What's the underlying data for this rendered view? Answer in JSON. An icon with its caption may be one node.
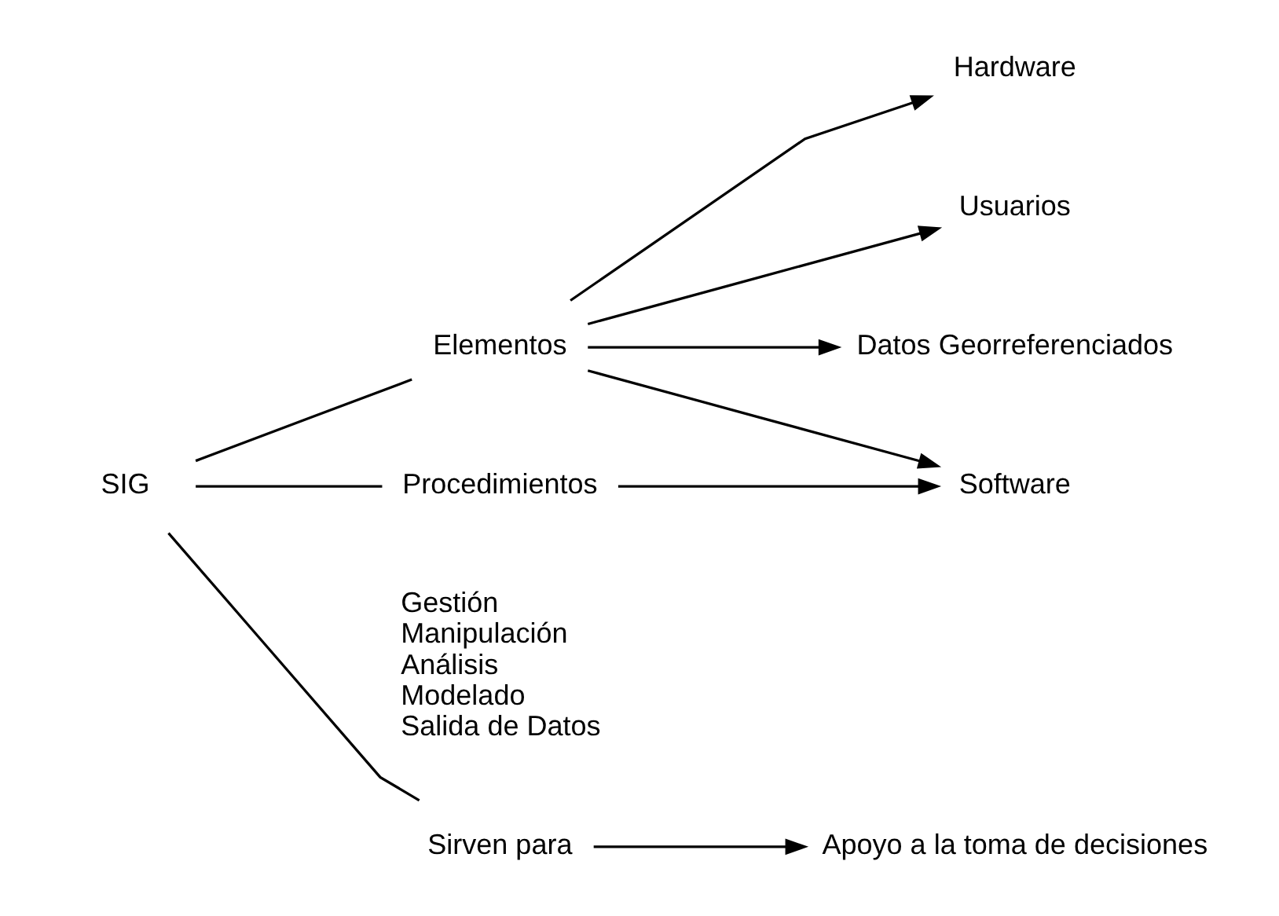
{
  "diagram": {
    "nodes": [
      {
        "text": [
          "SIG"
        ]
      },
      {
        "text": [
          "Elementos"
        ]
      },
      {
        "text": [
          "Procedimientos"
        ]
      },
      {
        "text": [
          "Sirven para"
        ]
      },
      {
        "text": [
          "Hardware"
        ]
      },
      {
        "text": [
          "Usuarios"
        ]
      },
      {
        "text": [
          "Datos Georreferenciados"
        ]
      },
      {
        "text": [
          "Software"
        ]
      },
      {
        "text": [
          "Apoyo a la toma de decisiones"
        ]
      }
    ],
    "edges": [
      {
        "from": 0,
        "to": 1,
        "arrow": "none"
      },
      {
        "from": 0,
        "to": 2,
        "arrow": "none"
      },
      {
        "from": 0,
        "to": 3,
        "arrow": "none"
      },
      {
        "from": 1,
        "to": 4,
        "arrow": "to"
      },
      {
        "from": 1,
        "to": 5,
        "arrow": "to"
      },
      {
        "from": 1,
        "to": 6,
        "arrow": "to"
      },
      {
        "from": 1,
        "to": 7,
        "arrow": "to"
      },
      {
        "from": 2,
        "to": 7,
        "arrow": "to"
      },
      {
        "from": 3,
        "to": 8,
        "arrow": "to"
      }
    ],
    "labels": [
      "Gestión",
      "Manipulación",
      "Análisis",
      "Modelado",
      "Salida de Datos"
    ]
  }
}
